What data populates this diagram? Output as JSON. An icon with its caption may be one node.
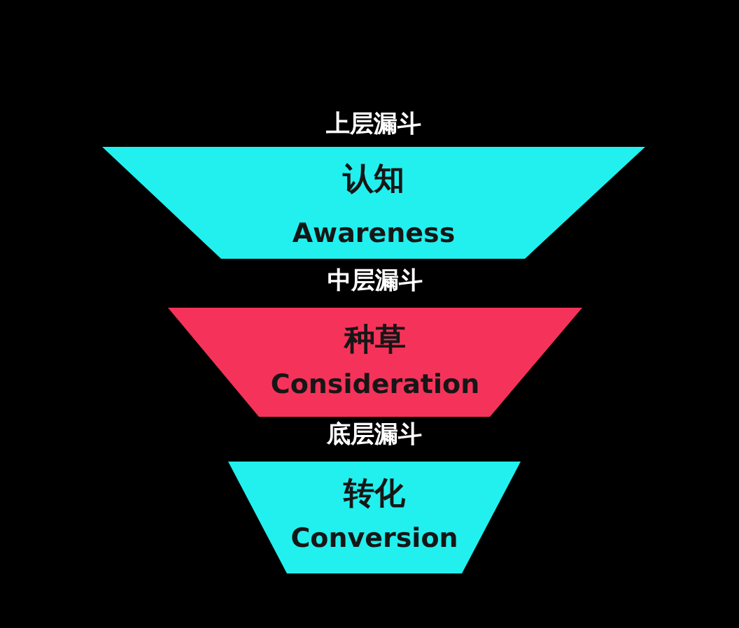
{
  "diagram": {
    "nodes": [
      {
        "text": [
          "上层漏斗",
          "认知",
          "Awareness"
        ]
      },
      {
        "text": [
          "中层漏斗",
          "种草",
          "Consideration"
        ]
      },
      {
        "text": [
          "底层漏斗",
          "转化",
          "Conversion"
        ]
      }
    ]
  }
}
